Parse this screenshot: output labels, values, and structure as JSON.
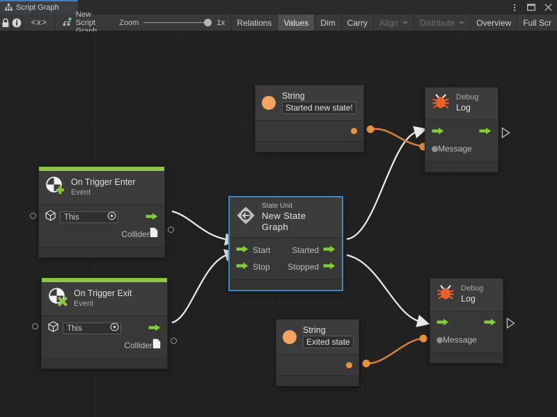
{
  "window": {
    "tab_label": "Script Graph",
    "tab_icon": "graph-hierarchy-icon",
    "menu_icon": "kebab-menu-icon",
    "maximize_icon": "maximize-icon",
    "close_icon": "close-icon"
  },
  "toolbar": {
    "lock_icon": "lock-icon",
    "info_icon": "info-icon",
    "code_label": "<x>",
    "graph_name": "New Script Graph",
    "graph_icon": "script-graph-icon",
    "zoom_label": "Zoom",
    "zoom_value": "1x",
    "buttons": [
      {
        "label": "Relations",
        "state": "normal",
        "caret": false
      },
      {
        "label": "Values",
        "state": "active",
        "caret": false
      },
      {
        "label": "Dim",
        "state": "normal",
        "caret": false
      },
      {
        "label": "Carry",
        "state": "normal",
        "caret": false
      },
      {
        "label": "Align",
        "state": "disabled",
        "caret": true
      },
      {
        "label": "Distribute",
        "state": "disabled",
        "caret": true
      },
      {
        "label": "Overview",
        "state": "normal",
        "caret": false
      },
      {
        "label": "Full Scr",
        "state": "normal",
        "caret": false
      }
    ]
  },
  "colors": {
    "accent_green": "#8cc63f",
    "flow_arrow": "#7fd030",
    "value_orange": "#e8913c",
    "selection_blue": "#3b89c4",
    "canvas": "#212121",
    "node_bg": "#383838"
  },
  "nodes": {
    "string_top": {
      "title": "String",
      "icon": "string-value-icon",
      "value": "Started new state!",
      "output_port": "value-output-port"
    },
    "debug_log_top": {
      "title": "Debug",
      "subtitle": "Log",
      "icon": "bug-icon",
      "flow_in": "flow-input-port",
      "flow_out": "flow-output-port",
      "message_label": "Message"
    },
    "on_trigger_enter": {
      "title": "On Trigger Enter",
      "subtitle": "Event",
      "icon": "event-enter-icon",
      "target_icon": "gameobject-cube-icon",
      "target_value": "This",
      "picker_icon": "object-picker-icon",
      "collider_label": "Collider",
      "collider_icon": "collider-document-icon",
      "flow_out": "flow-output-port"
    },
    "state_unit": {
      "title": "State Unit",
      "subtitle": "New State Graph",
      "icon": "state-unit-icon",
      "selected": true,
      "inputs": [
        "Start",
        "Stop"
      ],
      "outputs": [
        "Started",
        "Stopped"
      ]
    },
    "on_trigger_exit": {
      "title": "On Trigger Exit",
      "subtitle": "Event",
      "icon": "event-exit-icon",
      "target_icon": "gameobject-cube-icon",
      "target_value": "This",
      "picker_icon": "object-picker-icon",
      "collider_label": "Collider",
      "collider_icon": "collider-document-icon",
      "flow_out": "flow-output-port"
    },
    "string_bottom": {
      "title": "String",
      "icon": "string-value-icon",
      "value": "Exited state",
      "output_port": "value-output-port"
    },
    "debug_log_bottom": {
      "title": "Debug",
      "subtitle": "Log",
      "icon": "bug-icon",
      "flow_in": "flow-input-port",
      "flow_out": "flow-output-port",
      "message_label": "Message"
    }
  }
}
